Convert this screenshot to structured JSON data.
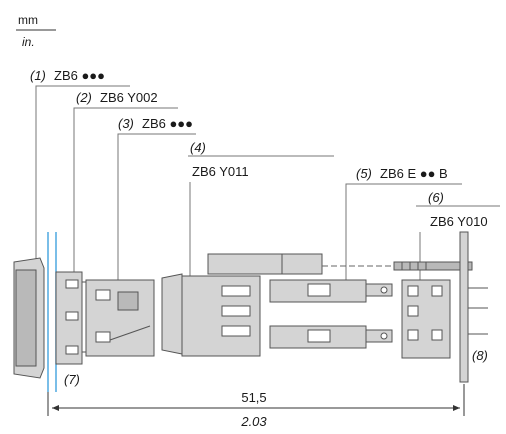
{
  "units": {
    "primary": "mm",
    "secondary": "in."
  },
  "callouts": [
    {
      "num": "(1)",
      "ref": "ZB6 ●●●"
    },
    {
      "num": "(2)",
      "ref": "ZB6 Y002"
    },
    {
      "num": "(3)",
      "ref": "ZB6 ●●●"
    },
    {
      "num": "(4)",
      "ref": "ZB6 Y011"
    },
    {
      "num": "(5)",
      "ref": "ZB6 E ●● B"
    },
    {
      "num": "(6)",
      "ref": "ZB6 Y010"
    },
    {
      "num": "(7)",
      "ref": ""
    },
    {
      "num": "(8)",
      "ref": ""
    }
  ],
  "dimension": {
    "mm": "51,5",
    "in": "2.03"
  },
  "colors": {
    "part_fill": "#d4d4d4",
    "part_dark": "#b9b9b9",
    "outline": "#555555",
    "panel_lines": "#4fa8e0",
    "leader": "#777777"
  }
}
